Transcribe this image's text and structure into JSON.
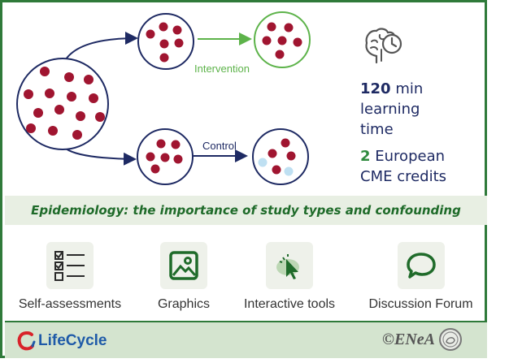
{
  "diagram": {
    "label_intervention": "Intervention",
    "label_control": "Control",
    "colors": {
      "dot_red": "#a01530",
      "dot_blue": "#bfe0f2",
      "arrow_blue": "#1e2a63",
      "arrow_green": "#5db34a",
      "accent_green": "#2f7a3a"
    }
  },
  "stats": {
    "learning_number": "120",
    "learning_unit": "min",
    "learning_line2": "learning",
    "learning_line3": "time",
    "credits_number": "2",
    "credits_line1": "European",
    "credits_line2": "CME credits",
    "icon": "brain-clock-icon"
  },
  "title": "Epidemiology: the importance of study types and confounding",
  "features": [
    {
      "label": "Self-assessments",
      "icon": "checklist-icon"
    },
    {
      "label": "Graphics",
      "icon": "image-icon"
    },
    {
      "label": "Interactive tools",
      "icon": "cursor-click-icon"
    },
    {
      "label": "Discussion Forum",
      "icon": "speech-bubble-icon"
    }
  ],
  "footer": {
    "left_logo_text": "LifeCycle",
    "right_logo_text": "©ENeA"
  }
}
